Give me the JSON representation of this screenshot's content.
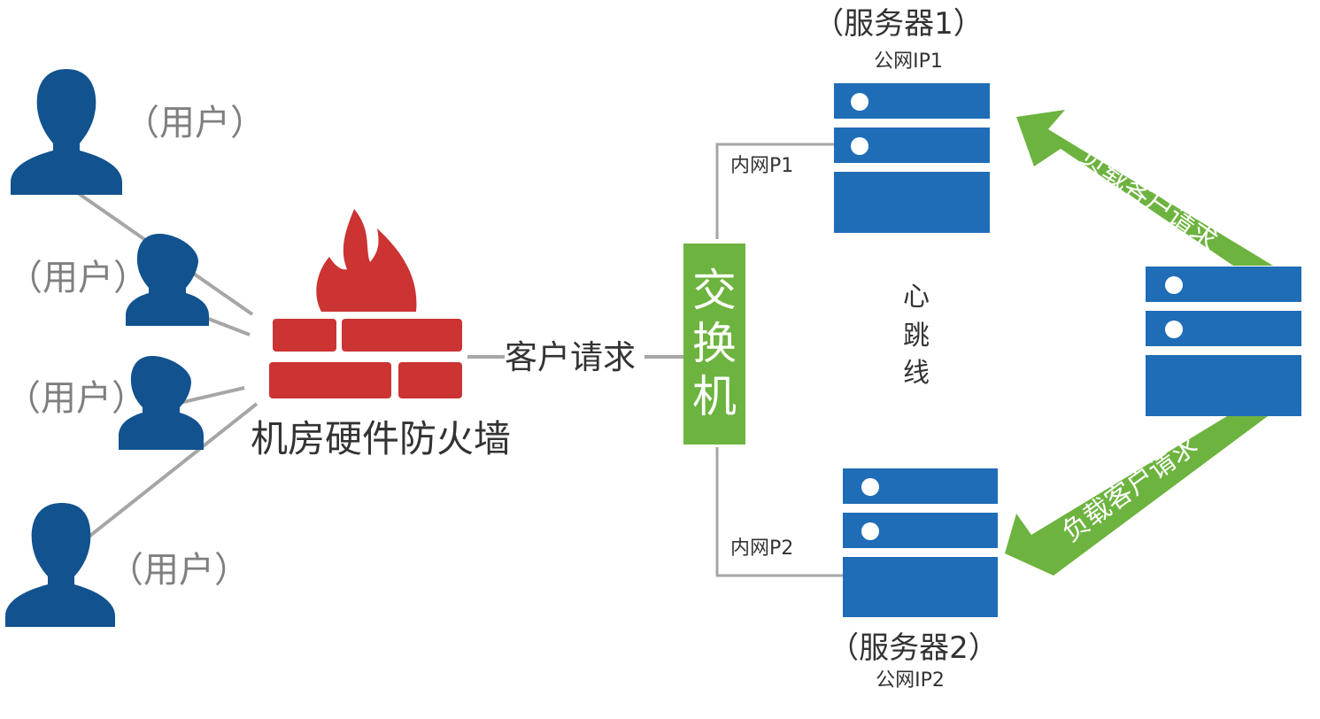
{
  "colors": {
    "user": "#11528f",
    "server": "#1f6db7",
    "firewall": "#cc3333",
    "switch": "#6db33f",
    "arrow": "#6db33f",
    "line": "#a6a6a6"
  },
  "users": [
    {
      "label": "（用户）"
    },
    {
      "label": "（用户）"
    },
    {
      "label": "（用户）"
    },
    {
      "label": "（用户）"
    }
  ],
  "firewall": {
    "label": "机房硬件防火墙",
    "icon": "firewall-icon"
  },
  "link_label": "客户请求",
  "switch": {
    "label_chars": [
      "交",
      "换",
      "机"
    ]
  },
  "heartbeat": {
    "chars": [
      "心",
      "跳",
      "线"
    ]
  },
  "server1": {
    "title": "（服务器1）",
    "public_ip": "公网IP1",
    "internal_ip": "内网P1"
  },
  "server2": {
    "title": "（服务器2）",
    "public_ip": "公网IP2",
    "internal_ip": "内网P2"
  },
  "load_balancer": {
    "icon": "server-icon"
  },
  "arrows": {
    "upper": "负载客户请求",
    "lower": "负载客户请求"
  }
}
